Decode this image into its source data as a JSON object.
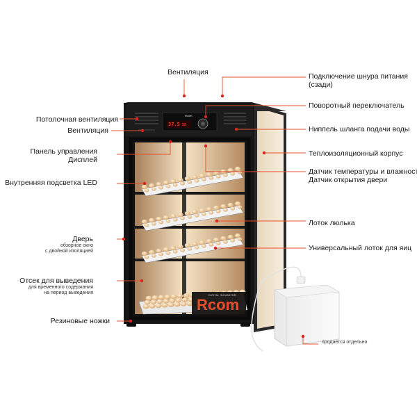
{
  "labels": {
    "ventilation_top": "Вентиляция",
    "power_cord": "Подключение шнура питания",
    "power_cord_rear": "(сзади)",
    "ceiling_vent": "Потолочная вентиляция",
    "rotary_switch": "Поворотный переключатель",
    "ventilation_left": "Вентиляция",
    "water_nipple": "Ниппель шланга подачи воды",
    "control_panel": "Панель управления",
    "display": "Дисплей",
    "insulated_body": "Теплоизоляционный корпус",
    "temp_humidity_sensor": "Датчик температуры и влажности",
    "door_sensor": "Датчик открытия двери",
    "led_light": "Внутренняя подсветка LED",
    "cradle_tray": "Лоток люлька",
    "door": "Дверь",
    "door_window": "обзорное окно",
    "door_double_insulation": "с двойной изоляцией",
    "universal_tray": "Универсальный лоток для яиц",
    "hatch_compartment": "Отсек для выведения",
    "hatch_sub1": "для временного содержания",
    "hatch_sub2": "на период выведения",
    "rubber_feet": "Резиновые ножки",
    "sold_separately": "продается отдельно"
  },
  "product": {
    "brand": "Rcom",
    "brand_sub": "DIGITAL INCUBATOR",
    "panel_brand": "Rcom",
    "display_value_1": "37.5",
    "display_value_2": "55"
  },
  "colors": {
    "accent": "#e4502b",
    "cabinet": "#161616",
    "cream_panel": "#f3e6d3",
    "leader_line": "#e4502b",
    "dot": "#d9251c"
  }
}
